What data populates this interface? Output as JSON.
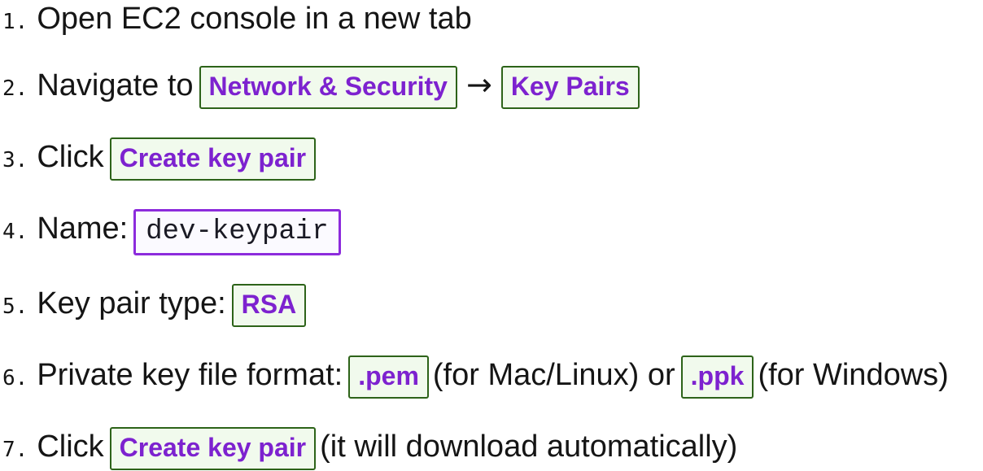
{
  "colors": {
    "text": "#151515",
    "accent_purple": "#7d22cf",
    "green_box_border": "#2d6319",
    "green_box_background": "#f1faed",
    "code_box_border": "#8c2bdc",
    "code_box_background": "#fbfaff",
    "code_text": "#1a1a24",
    "page_background": "#ffffff"
  },
  "document": {
    "type": "numbered-instructions",
    "steps": [
      {
        "number": "1.",
        "segments": [
          {
            "kind": "text",
            "name": "step-text",
            "text": "Open EC2 console in a new tab"
          }
        ]
      },
      {
        "number": "2.",
        "segments": [
          {
            "kind": "text",
            "name": "step-text",
            "text": "Navigate to"
          },
          {
            "kind": "ui",
            "name": "ui-ref-network-and-security",
            "text": "Network & Security"
          },
          {
            "kind": "arrow",
            "name": "right-arrow-icon",
            "text": "→"
          },
          {
            "kind": "ui",
            "name": "ui-ref-key-pairs",
            "text": "Key Pairs"
          }
        ]
      },
      {
        "number": "3.",
        "segments": [
          {
            "kind": "text",
            "name": "step-text",
            "text": "Click"
          },
          {
            "kind": "ui",
            "name": "ui-ref-create-key-pair",
            "text": "Create key pair"
          }
        ]
      },
      {
        "number": "4.",
        "segments": [
          {
            "kind": "text",
            "name": "step-text",
            "text": "Name:"
          },
          {
            "kind": "code",
            "name": "code-value-keypair-name",
            "text": "dev-keypair"
          }
        ]
      },
      {
        "number": "5.",
        "segments": [
          {
            "kind": "text",
            "name": "step-text",
            "text": "Key pair type:"
          },
          {
            "kind": "ui",
            "name": "ui-ref-rsa",
            "text": "RSA"
          }
        ]
      },
      {
        "number": "6.",
        "segments": [
          {
            "kind": "text",
            "name": "step-text",
            "text": "Private key file format:"
          },
          {
            "kind": "ui",
            "name": "ui-ref-pem",
            "text": ".pem"
          },
          {
            "kind": "text",
            "name": "step-text",
            "text": "(for Mac/Linux) or"
          },
          {
            "kind": "ui",
            "name": "ui-ref-ppk",
            "text": ".ppk"
          },
          {
            "kind": "text",
            "name": "step-text",
            "text": "(for Windows)"
          }
        ]
      },
      {
        "number": "7.",
        "segments": [
          {
            "kind": "text",
            "name": "step-text",
            "text": "Click"
          },
          {
            "kind": "ui",
            "name": "ui-ref-create-key-pair",
            "text": "Create key pair"
          },
          {
            "kind": "text",
            "name": "step-text",
            "text": "(it will download automatically)"
          }
        ]
      }
    ]
  }
}
